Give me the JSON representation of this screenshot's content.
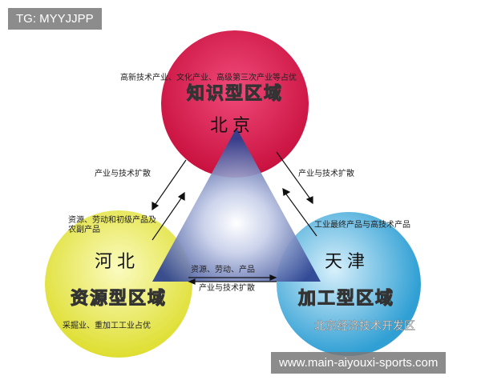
{
  "watermarks": {
    "top_left": "TG: MYYJJPP",
    "bottom_right": "www.main-aiyouxi-sports.com",
    "logo_text": "北京经济技术开发区"
  },
  "nodes": {
    "beijing": {
      "name": "北京",
      "type": "知识型区域",
      "desc": "高新技术产业、文化产业、高级第三次产业等占优",
      "color": "#d81b55"
    },
    "hebei": {
      "name": "河北",
      "type": "资源型区域",
      "desc": "采掘业、重加工工业占优",
      "color": "#e8e84a"
    },
    "tianjin": {
      "name": "天津",
      "type": "加工型区域",
      "color": "#3aa8d8"
    }
  },
  "flows": {
    "beijing_to_hebei": "产业与技术扩散",
    "beijing_to_tianjin": "产业与技术扩散",
    "hebei_to_beijing": "资源、劳动和初级产品及农副产品",
    "tianjin_to_beijing": "工业最终产品与高技术产品",
    "hebei_to_tianjin": "资源、劳动、产品",
    "tianjin_to_hebei": "产业与技术扩散"
  }
}
